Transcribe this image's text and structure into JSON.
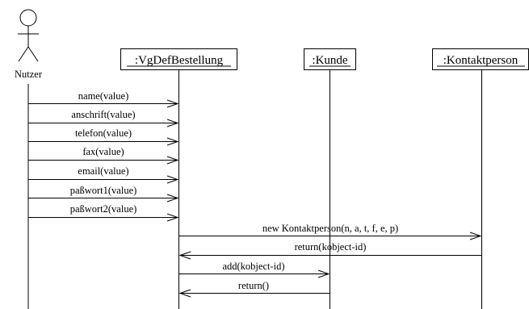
{
  "actor": {
    "label": "Nutzer"
  },
  "objects": [
    {
      "id": "bestellung",
      "label": ":VgDefBestellung"
    },
    {
      "id": "kunde",
      "label": ":Kunde"
    },
    {
      "id": "kontaktperson",
      "label": ":Kontaktperson"
    }
  ],
  "messages": [
    {
      "from": "actor",
      "to": "bestellung",
      "label": "name(value)"
    },
    {
      "from": "actor",
      "to": "bestellung",
      "label": "anschrift(value)"
    },
    {
      "from": "actor",
      "to": "bestellung",
      "label": "telefon(value)"
    },
    {
      "from": "actor",
      "to": "bestellung",
      "label": "fax(value)"
    },
    {
      "from": "actor",
      "to": "bestellung",
      "label": "email(value)"
    },
    {
      "from": "actor",
      "to": "bestellung",
      "label": "paßwort1(value)"
    },
    {
      "from": "actor",
      "to": "bestellung",
      "label": "paßwort2(value)"
    },
    {
      "from": "bestellung",
      "to": "kontaktperson",
      "label": "new Kontaktperson(n, a, t, f, e, p)"
    },
    {
      "from": "kontaktperson",
      "to": "bestellung",
      "label": "return(kobject-id)"
    },
    {
      "from": "bestellung",
      "to": "kunde",
      "label": "add(kobject-id)"
    },
    {
      "from": "kunde",
      "to": "bestellung",
      "label": "return()"
    }
  ]
}
